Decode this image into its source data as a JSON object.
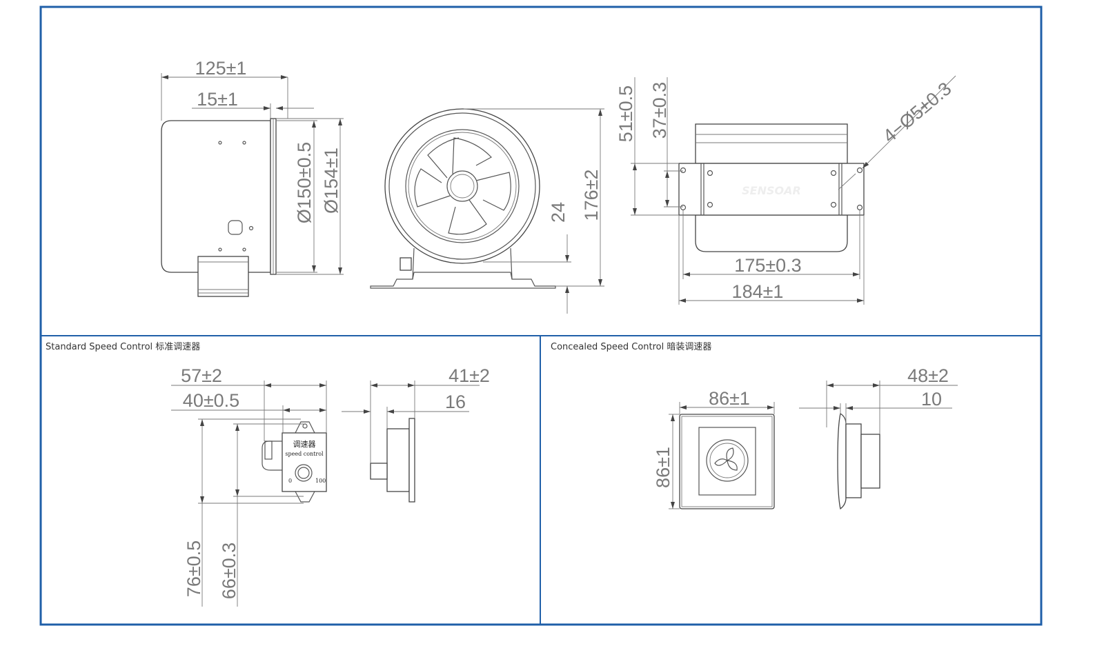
{
  "frame_color": "#1f5fa8",
  "sections": {
    "standard": "Standard Speed Control 标准调速器",
    "concealed": "Concealed Speed Control 暗装调速器"
  },
  "fan": {
    "side": {
      "length": "125±1",
      "flange": "15±1",
      "inner_dia": "Ø150±0.5",
      "outer_dia": "Ø154±1"
    },
    "front": {
      "height": "176±2",
      "base": "24"
    },
    "top": {
      "plate_height": "51±0.5",
      "hole_spacing": "37±0.3",
      "holes": "4−Ø5±0.3",
      "hole_span": "175±0.3",
      "plate_width": "184±1",
      "watermark": "SENSOAR"
    }
  },
  "standard_control": {
    "width": "57±2",
    "hole_width": "40±0.5",
    "height": "76±0.5",
    "hole_height": "66±0.3",
    "depth": "41±2",
    "knob_depth": "16",
    "label_cn": "调速器",
    "label_en": "speed control",
    "min": "0",
    "max": "100"
  },
  "concealed_control": {
    "width": "86±1",
    "height": "86±1",
    "depth": "48±2",
    "plate_depth": "10"
  }
}
